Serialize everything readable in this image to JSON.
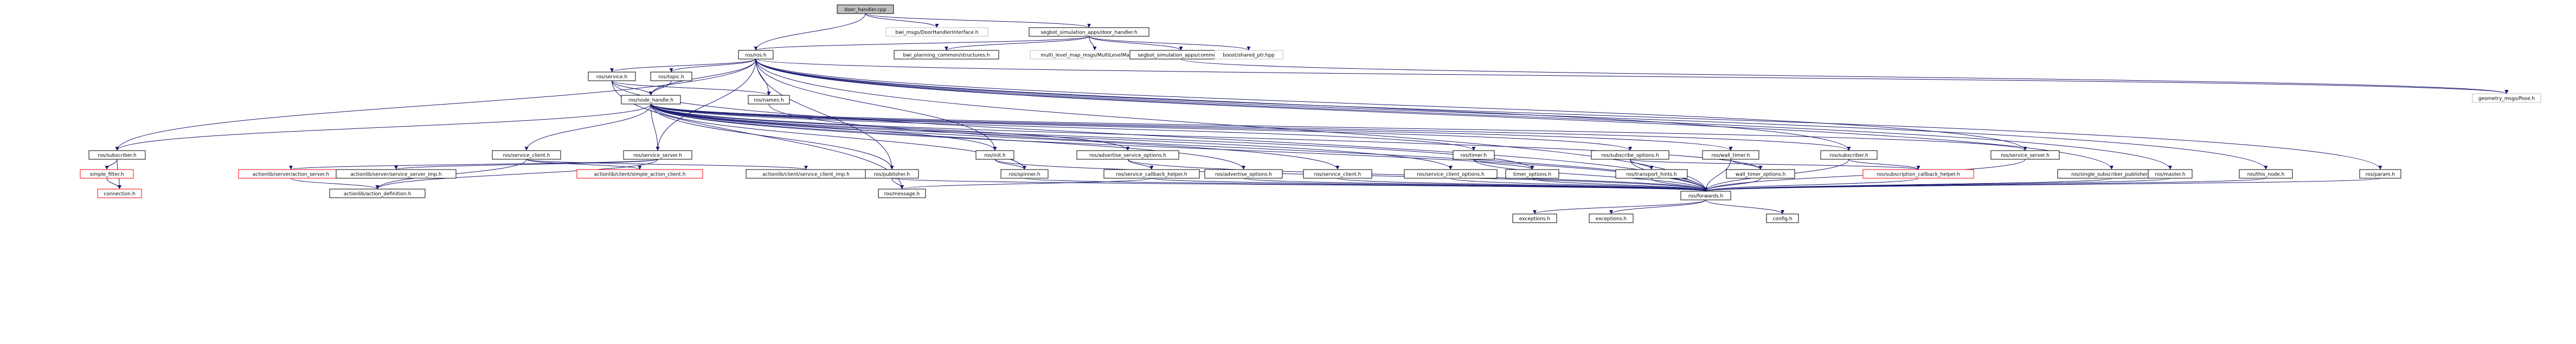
{
  "colors": {
    "edge": "#191970",
    "node_border": "#000000",
    "node_border_external": "#bfbfbf",
    "node_border_undocumented": "#ff0000",
    "node_fill": "#ffffff",
    "root_fill": "#bfbfbf",
    "text": "#000000"
  },
  "graph": {
    "nodes": [
      {
        "id": "root",
        "label": "door_handler.cpp",
        "kind": "root"
      },
      {
        "id": "bwi_door",
        "label": "bwi_msgs/DoorHandlerInterface.h",
        "kind": "external"
      },
      {
        "id": "seg_door",
        "label": "segbot_simulation_apps/door_handler.h",
        "kind": "normal"
      },
      {
        "id": "ros_h",
        "label": "ros/ros.h",
        "kind": "normal"
      },
      {
        "id": "bwi_plan",
        "label": "bwi_planning_common/structures.h",
        "kind": "normal"
      },
      {
        "id": "multi_map",
        "label": "multi_level_map_msgs/MultiLevelMapData.h",
        "kind": "external"
      },
      {
        "id": "seg_common",
        "label": "segbot_simulation_apps/common.h",
        "kind": "normal"
      },
      {
        "id": "shared_ptr",
        "label": "boost/shared_ptr.hpp",
        "kind": "external"
      },
      {
        "id": "geom_pose",
        "label": "geometry_msgs/Pose.h",
        "kind": "external"
      },
      {
        "id": "service_h",
        "label": "ros/service.h",
        "kind": "normal"
      },
      {
        "id": "topic_h",
        "label": "ros/topic.h",
        "kind": "normal"
      },
      {
        "id": "node_handle",
        "label": "ros/node_handle.h",
        "kind": "normal"
      },
      {
        "id": "names_h",
        "label": "ros/names.h",
        "kind": "normal"
      },
      {
        "id": "subscriber_r",
        "label": "ros/subscriber.h",
        "kind": "normal"
      },
      {
        "id": "service_server_r",
        "label": "ros/service_server.h",
        "kind": "normal"
      },
      {
        "id": "simple_filter",
        "label": "simple_filter.h",
        "kind": "undocumented"
      },
      {
        "id": "connection",
        "label": "connection.h",
        "kind": "undocumented"
      },
      {
        "id": "actionlib_server",
        "label": "actionlib/server/action_server.h",
        "kind": "undocumented"
      },
      {
        "id": "actionlib_ssi",
        "label": "actionlib/server/service_server_imp.h",
        "kind": "normal"
      },
      {
        "id": "actionlib_def",
        "label": "actionlib/action_definition.h",
        "kind": "normal"
      },
      {
        "id": "service_client_r",
        "label": "ros/service_client.h",
        "kind": "normal"
      },
      {
        "id": "actionlib_sac",
        "label": "actionlib/client/simple_action_client.h",
        "kind": "undocumented"
      },
      {
        "id": "actionlib_sci",
        "label": "actionlib/client/service_client_imp.h",
        "kind": "normal"
      },
      {
        "id": "publisher",
        "label": "ros/publisher.h",
        "kind": "normal"
      },
      {
        "id": "message",
        "label": "ros/message.h",
        "kind": "normal"
      },
      {
        "id": "init",
        "label": "ros/init.h",
        "kind": "normal"
      },
      {
        "id": "spinner",
        "label": "ros/spinner.h",
        "kind": "normal"
      },
      {
        "id": "adv_svc_opts",
        "label": "ros/advertise_service_options.h",
        "kind": "normal"
      },
      {
        "id": "svc_cb_helper",
        "label": "ros/service_callback_helper.h",
        "kind": "normal"
      },
      {
        "id": "adv_opts",
        "label": "ros/advertise_options.h",
        "kind": "normal"
      },
      {
        "id": "service_client_m",
        "label": "ros/service_client.h",
        "kind": "normal"
      },
      {
        "id": "svc_client_opts",
        "label": "ros/service_client_options.h",
        "kind": "normal"
      },
      {
        "id": "timer",
        "label": "ros/timer.h",
        "kind": "normal"
      },
      {
        "id": "timer_opts",
        "label": "timer_options.h",
        "kind": "normal"
      },
      {
        "id": "sub_opts",
        "label": "ros/subscribe_options.h",
        "kind": "normal"
      },
      {
        "id": "transport_hints",
        "label": "ros/transport_hints.h",
        "kind": "normal"
      },
      {
        "id": "wall_timer",
        "label": "ros/wall_timer.h",
        "kind": "normal"
      },
      {
        "id": "wall_timer_opts",
        "label": "wall_timer_options.h",
        "kind": "normal"
      },
      {
        "id": "subscriber_m",
        "label": "ros/subscriber.h",
        "kind": "normal"
      },
      {
        "id": "sub_cb_helper",
        "label": "ros/subscription_callback_helper.h",
        "kind": "undocumented"
      },
      {
        "id": "service_server_m",
        "label": "ros/service_server.h",
        "kind": "normal"
      },
      {
        "id": "single_sub_pub",
        "label": "ros/single_subscriber_publisher.h",
        "kind": "normal"
      },
      {
        "id": "master",
        "label": "ros/master.h",
        "kind": "normal"
      },
      {
        "id": "this_node",
        "label": "ros/this_node.h",
        "kind": "normal"
      },
      {
        "id": "param",
        "label": "ros/param.h",
        "kind": "normal"
      },
      {
        "id": "forwards",
        "label": "ros/forwards.h",
        "kind": "normal"
      },
      {
        "id": "exceptions_l",
        "label": "exceptions.h",
        "kind": "normal"
      },
      {
        "id": "exceptions_r",
        "label": "exceptions.h",
        "kind": "normal"
      },
      {
        "id": "config",
        "label": "config.h",
        "kind": "normal"
      }
    ],
    "edges": [
      [
        "root",
        "bwi_door"
      ],
      [
        "root",
        "seg_door"
      ],
      [
        "root",
        "ros_h"
      ],
      [
        "seg_door",
        "ros_h"
      ],
      [
        "seg_door",
        "bwi_plan"
      ],
      [
        "seg_door",
        "multi_map"
      ],
      [
        "seg_door",
        "seg_common"
      ],
      [
        "seg_door",
        "shared_ptr"
      ],
      [
        "seg_common",
        "geom_pose"
      ],
      [
        "ros_h",
        "service_h"
      ],
      [
        "ros_h",
        "topic_h"
      ],
      [
        "ros_h",
        "node_handle"
      ],
      [
        "ros_h",
        "names_h"
      ],
      [
        "ros_h",
        "subscriber_r"
      ],
      [
        "ros_h",
        "service_server_r"
      ],
      [
        "ros_h",
        "publisher"
      ],
      [
        "ros_h",
        "init"
      ],
      [
        "ros_h",
        "subscriber_m"
      ],
      [
        "ros_h",
        "service_server_m"
      ],
      [
        "ros_h",
        "single_sub_pub"
      ],
      [
        "ros_h",
        "master"
      ],
      [
        "ros_h",
        "this_node"
      ],
      [
        "ros_h",
        "param"
      ],
      [
        "ros_h",
        "forwards"
      ],
      [
        "ros_h",
        "geom_pose"
      ],
      [
        "service_h",
        "node_handle"
      ],
      [
        "service_h",
        "names_h"
      ],
      [
        "service_h",
        "forwards"
      ],
      [
        "service_h",
        "message"
      ],
      [
        "topic_h",
        "node_handle"
      ],
      [
        "node_handle",
        "subscriber_r"
      ],
      [
        "node_handle",
        "service_server_r"
      ],
      [
        "node_handle",
        "service_client_r"
      ],
      [
        "node_handle",
        "publisher"
      ],
      [
        "node_handle",
        "init"
      ],
      [
        "node_handle",
        "spinner"
      ],
      [
        "node_handle",
        "adv_svc_opts"
      ],
      [
        "node_handle",
        "adv_opts"
      ],
      [
        "node_handle",
        "service_client_m"
      ],
      [
        "node_handle",
        "svc_client_opts"
      ],
      [
        "node_handle",
        "timer"
      ],
      [
        "node_handle",
        "timer_opts"
      ],
      [
        "node_handle",
        "sub_opts"
      ],
      [
        "node_handle",
        "wall_timer"
      ],
      [
        "node_handle",
        "wall_timer_opts"
      ],
      [
        "node_handle",
        "subscriber_m"
      ],
      [
        "node_handle",
        "service_server_m"
      ],
      [
        "node_handle",
        "forwards"
      ],
      [
        "names_h",
        "forwards"
      ],
      [
        "subscriber_r",
        "simple_filter"
      ],
      [
        "subscriber_r",
        "connection"
      ],
      [
        "simple_filter",
        "connection"
      ],
      [
        "service_server_r",
        "actionlib_server"
      ],
      [
        "service_server_r",
        "actionlib_ssi"
      ],
      [
        "service_server_r",
        "actionlib_def"
      ],
      [
        "actionlib_server",
        "actionlib_def"
      ],
      [
        "service_client_r",
        "actionlib_sac"
      ],
      [
        "service_client_r",
        "actionlib_sci"
      ],
      [
        "service_client_r",
        "actionlib_def"
      ],
      [
        "publisher",
        "message"
      ],
      [
        "publisher",
        "forwards"
      ],
      [
        "init",
        "spinner"
      ],
      [
        "init",
        "forwards"
      ],
      [
        "spinner",
        "forwards"
      ],
      [
        "adv_svc_opts",
        "svc_cb_helper"
      ],
      [
        "adv_svc_opts",
        "forwards"
      ],
      [
        "svc_cb_helper",
        "message"
      ],
      [
        "svc_cb_helper",
        "forwards"
      ],
      [
        "adv_opts",
        "forwards"
      ],
      [
        "service_client_m",
        "forwards"
      ],
      [
        "svc_client_opts",
        "forwards"
      ],
      [
        "timer",
        "timer_opts"
      ],
      [
        "timer",
        "forwards"
      ],
      [
        "timer_opts",
        "forwards"
      ],
      [
        "sub_opts",
        "transport_hints"
      ],
      [
        "sub_opts",
        "sub_cb_helper"
      ],
      [
        "sub_opts",
        "forwards"
      ],
      [
        "transport_hints",
        "forwards"
      ],
      [
        "wall_timer",
        "wall_timer_opts"
      ],
      [
        "wall_timer",
        "forwards"
      ],
      [
        "wall_timer_opts",
        "forwards"
      ],
      [
        "subscriber_m",
        "sub_cb_helper"
      ],
      [
        "subscriber_m",
        "forwards"
      ],
      [
        "sub_cb_helper",
        "forwards"
      ],
      [
        "service_server_m",
        "forwards"
      ],
      [
        "single_sub_pub",
        "forwards"
      ],
      [
        "master",
        "forwards"
      ],
      [
        "this_node",
        "forwards"
      ],
      [
        "param",
        "forwards"
      ],
      [
        "forwards",
        "exceptions_l"
      ],
      [
        "forwards",
        "exceptions_r"
      ],
      [
        "forwards",
        "config"
      ]
    ]
  }
}
